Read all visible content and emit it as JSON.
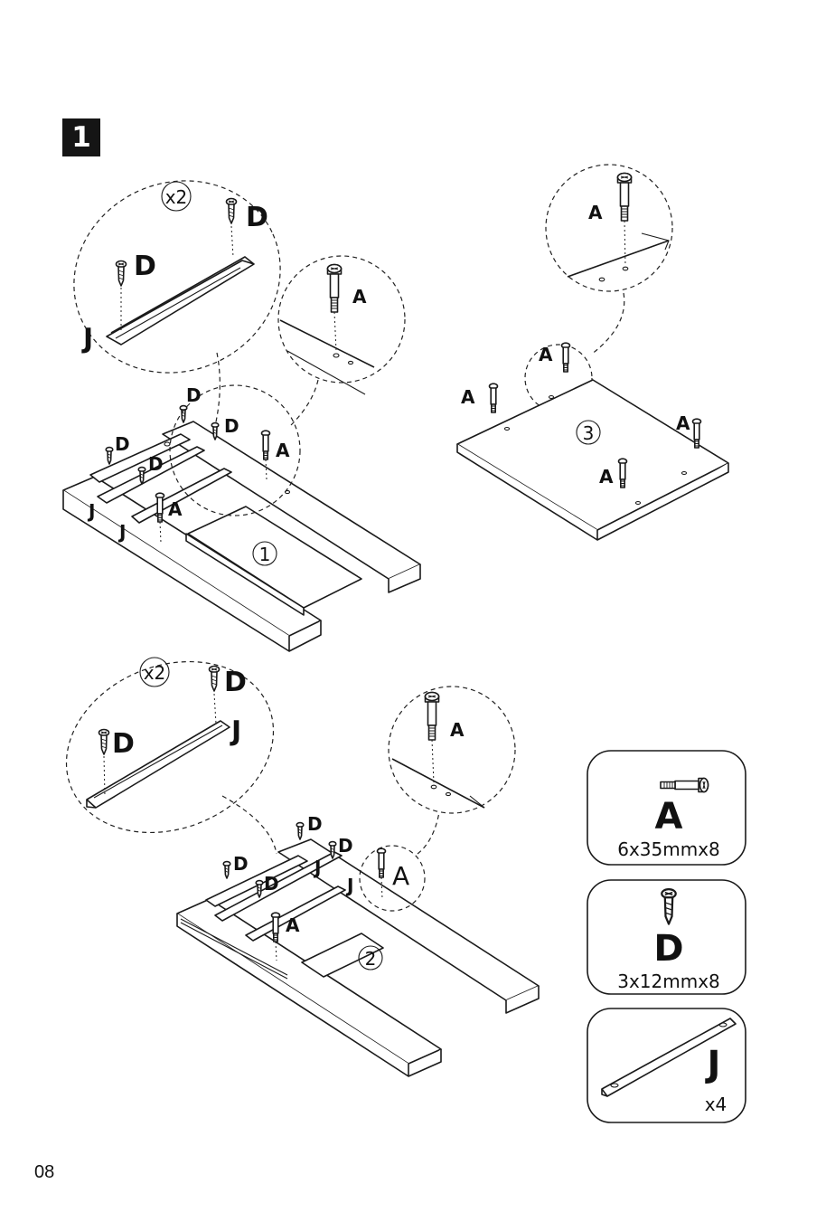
{
  "step": {
    "number": "1"
  },
  "page_number": "08",
  "labels": {
    "A": "A",
    "D": "D",
    "J": "J",
    "x2": "x2",
    "panel1": "1",
    "panel2": "2",
    "panel3": "3"
  },
  "parts": [
    {
      "letter": "A",
      "spec": "6x35mmx8"
    },
    {
      "letter": "D",
      "spec": "3x12mmx8"
    },
    {
      "letter": "J",
      "spec": "x4"
    }
  ]
}
